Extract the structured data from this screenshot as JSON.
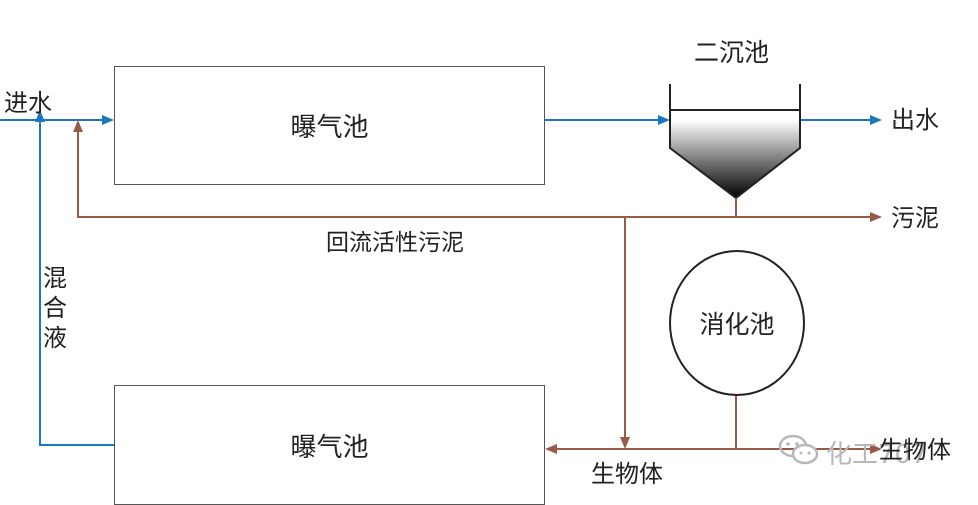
{
  "colors": {
    "water_flow": "#1a78c2",
    "sludge_flow": "#9a5a48",
    "box_border": "#555555",
    "text": "#222222"
  },
  "labels": {
    "inlet": "进水",
    "aeration_top": "曝气池",
    "secondary_clarifier": "二沉池",
    "outlet": "出水",
    "waste_sludge": "污泥",
    "return_sludge": "回流活性污泥",
    "mixed_liquor": "混合液",
    "digester": "消化池",
    "aeration_bottom": "曝气池",
    "biomass_bottom": "生物体",
    "biomass_right": "生物体"
  },
  "watermark": {
    "text": "化工707",
    "icon": "wechat-icon"
  }
}
